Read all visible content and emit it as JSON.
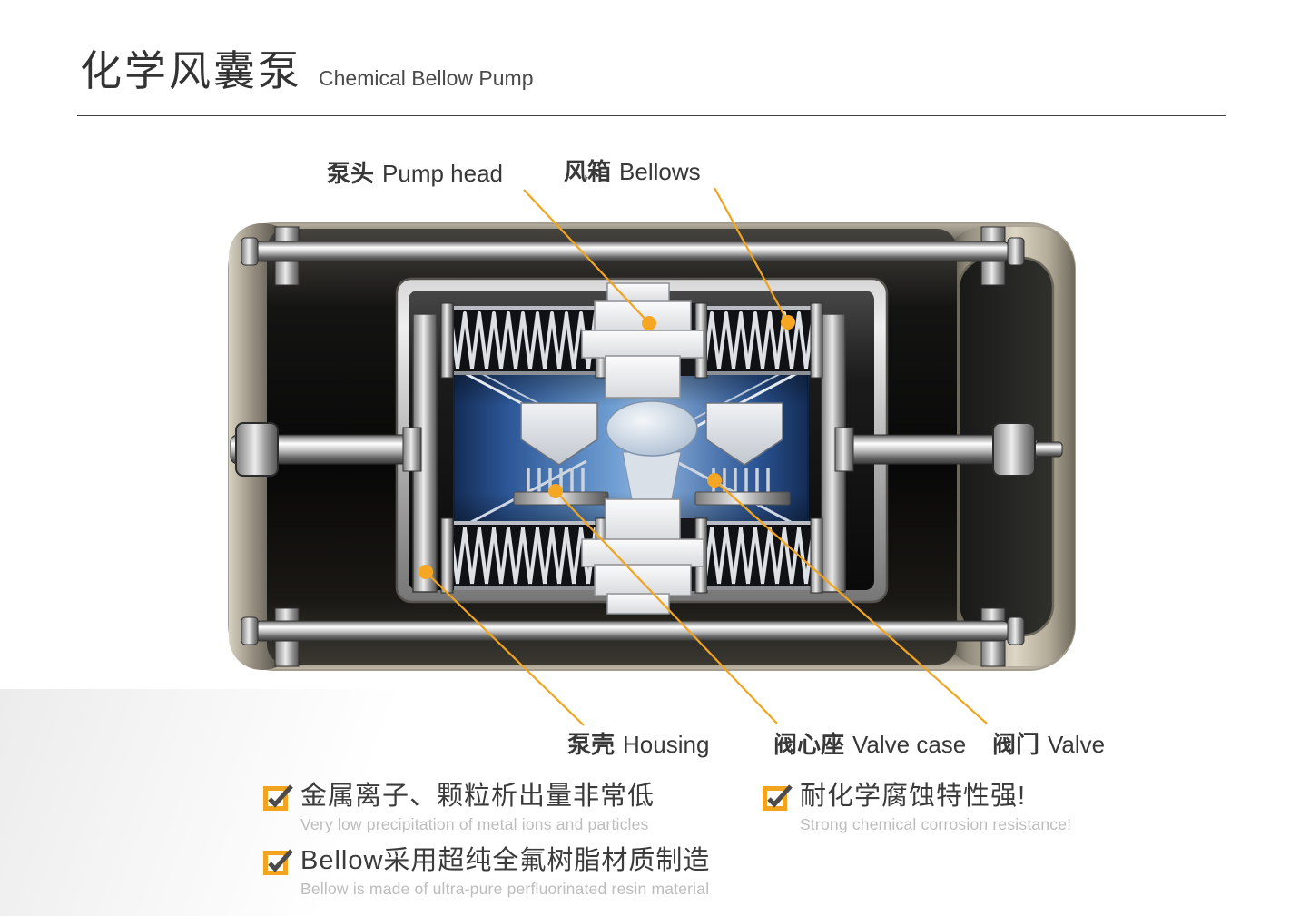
{
  "page": {
    "title_zh": "化学风囊泵",
    "title_en": "Chemical Bellow Pump"
  },
  "diagram": {
    "callouts": [
      {
        "zh": "泵头",
        "en": "Pump head"
      },
      {
        "zh": "风箱",
        "en": "Bellows"
      },
      {
        "zh": "泵壳",
        "en": "Housing"
      },
      {
        "zh": "阀心座",
        "en": "Valve case"
      },
      {
        "zh": "阀门",
        "en": "Valve"
      }
    ]
  },
  "features": [
    {
      "zh": "金属离子、颗粒析出量非常低",
      "en": "Very low precipitation of metal ions and particles"
    },
    {
      "zh": "耐化学腐蚀特性强!",
      "en": "Strong chemical corrosion resistance!"
    },
    {
      "zh": "Bellow采用超纯全氟树脂材质制造",
      "en": "Bellow is made of ultra-pure perfluorinated resin material"
    }
  ],
  "colors": {
    "accent_orange": "#F2A41F",
    "chamber_blue": "#3D6EB4",
    "title_text": "#3A3A3A",
    "subtext_gray": "#BDBDBD"
  }
}
